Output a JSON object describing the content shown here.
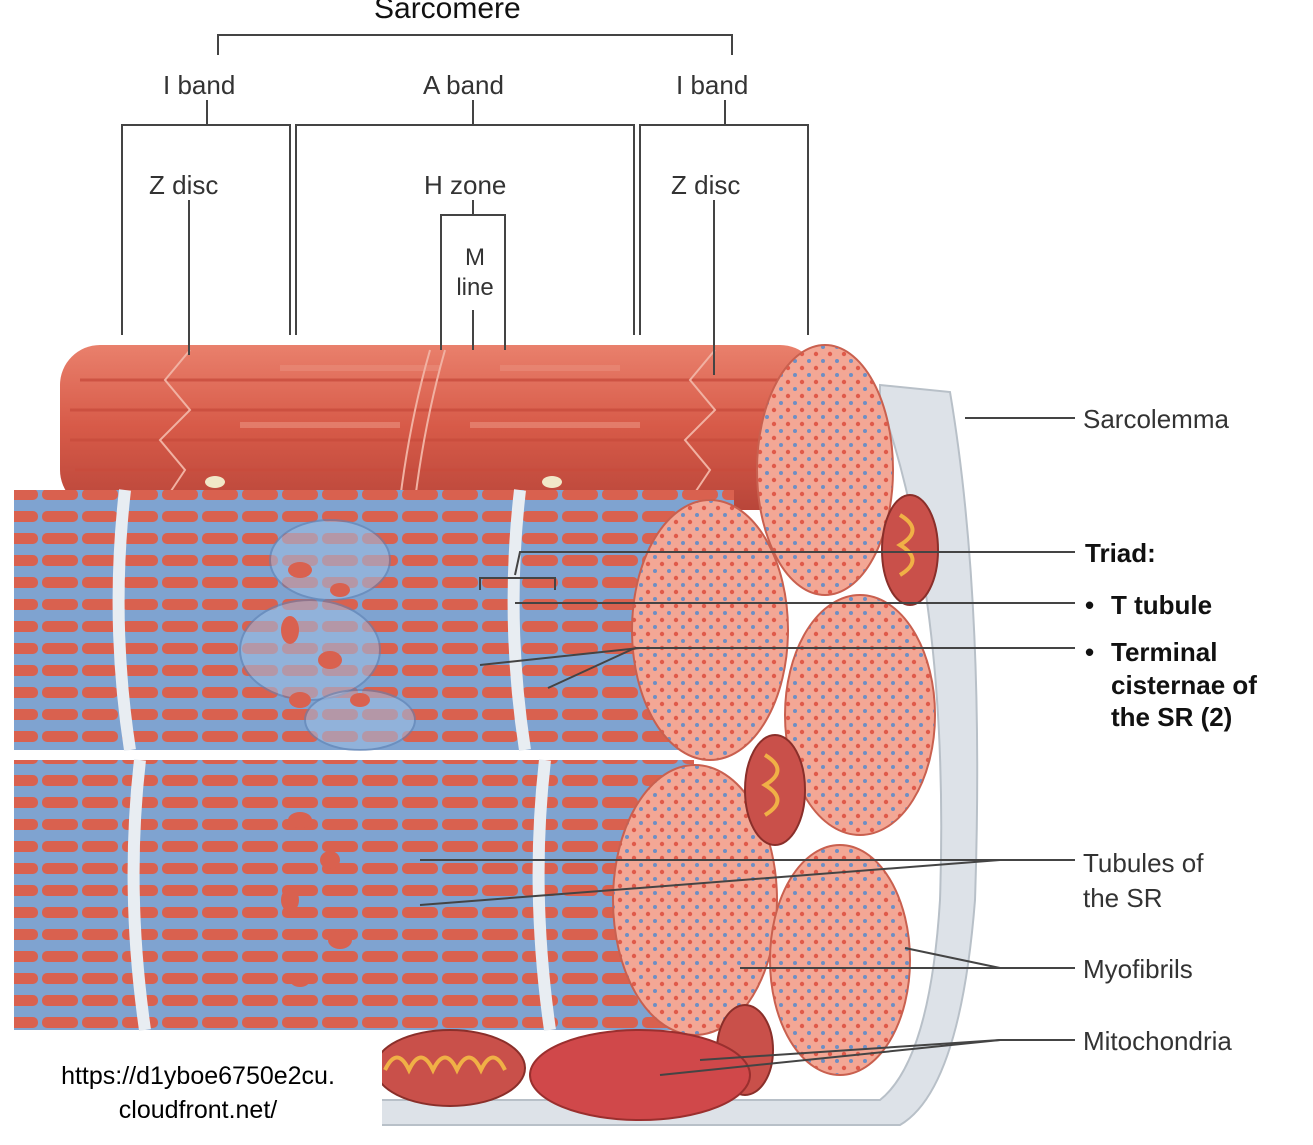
{
  "title": "Sarcomere",
  "bands": {
    "i_band_left": "I band",
    "a_band": "A band",
    "i_band_right": "I band"
  },
  "structures": {
    "z_disc_left": "Z disc",
    "h_zone": "H zone",
    "m_line": "M line",
    "z_disc_right": "Z disc"
  },
  "right_labels": {
    "sarcolemma": "Sarcolemma",
    "triad": "Triad:",
    "t_tubule": "T tubule",
    "terminal_cisternae": "Terminal cisternae of the SR (2)",
    "tubules_sr": "Tubules of the SR",
    "myofibrils": "Myofibrils",
    "mitochondria": "Mitochondria"
  },
  "bullet": "•",
  "credit": {
    "line1": "https://d1yboe6750e2cu.",
    "line2": "cloudfront.net/"
  },
  "colors": {
    "muscle": "#d9614f",
    "muscle_dark": "#b8443a",
    "sr_blue": "#7fa3d0",
    "sr_light": "#a9c3e3",
    "cross_section": "#f2a08f",
    "membrane": "#dfe3e8"
  }
}
